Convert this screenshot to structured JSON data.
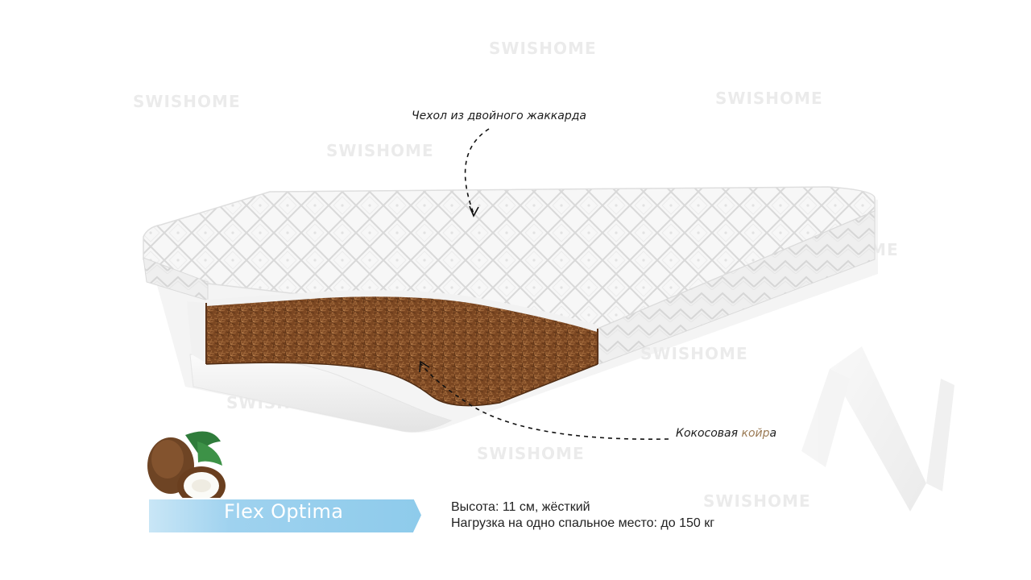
{
  "watermark": {
    "text": "SWISHOME"
  },
  "callouts": {
    "cover": "Чехол из двойного жаккарда",
    "core_part1": "Кокосовая ",
    "core_part2": "койр",
    "core_part3": "а"
  },
  "product": {
    "name": "Flex Optima",
    "height_line": "Высота: 11 см, жёсткий",
    "load_line": "Нагрузка на одно спальное место: до 150 кг"
  },
  "icons": {
    "coconut": "coconut-image",
    "brand_mark": "brand-logo-mark"
  },
  "colors": {
    "banner": "#8ecbeb",
    "coir": "#7a4a25",
    "cover": "#f4f4f4"
  }
}
